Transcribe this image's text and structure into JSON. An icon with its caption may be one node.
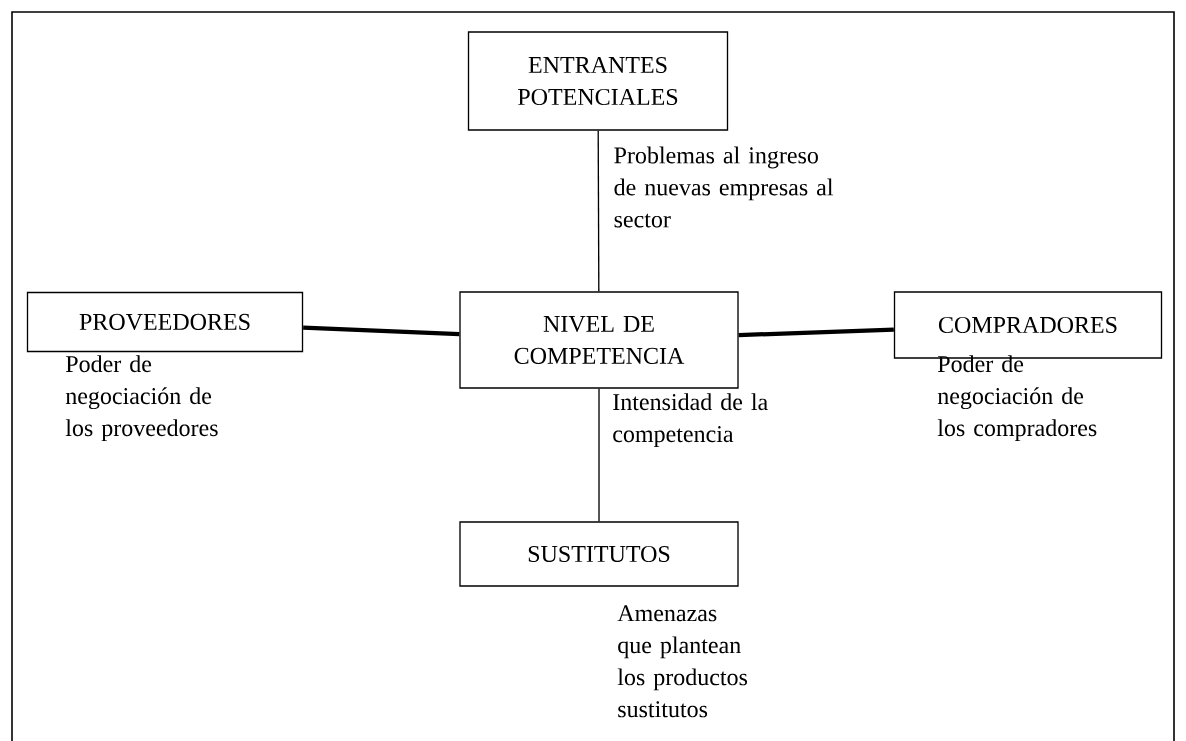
{
  "diagram": {
    "nodes": [
      {
        "text": [
          "ENTRANTES POTENCIALES"
        ]
      },
      {
        "text": [
          "PROVEEDORES"
        ],
        "beside": [
          "Poder de negociación de los proveedores"
        ]
      },
      {
        "text": [
          "NIVEL DE COMPETENCIA"
        ],
        "beside": [
          "Intensidad de la competencia"
        ]
      },
      {
        "text": [
          "COMPRADORES"
        ],
        "beside": [
          "Poder de negociación de los compradores"
        ]
      },
      {
        "text": [
          "SUSTITUTOS"
        ],
        "beside": [
          "Amenazas que plantean los productos sustitutos"
        ]
      }
    ],
    "edges": [
      {
        "from": 0,
        "to": 2,
        "arrow": "none",
        "label": "Problemas al ingreso de nuevas empresas al sector"
      },
      {
        "from": 1,
        "to": 2,
        "arrow": "none",
        "style": "thick"
      },
      {
        "from": 2,
        "to": 3,
        "arrow": "none",
        "style": "thick"
      },
      {
        "from": 2,
        "to": 4,
        "arrow": "none"
      }
    ]
  }
}
